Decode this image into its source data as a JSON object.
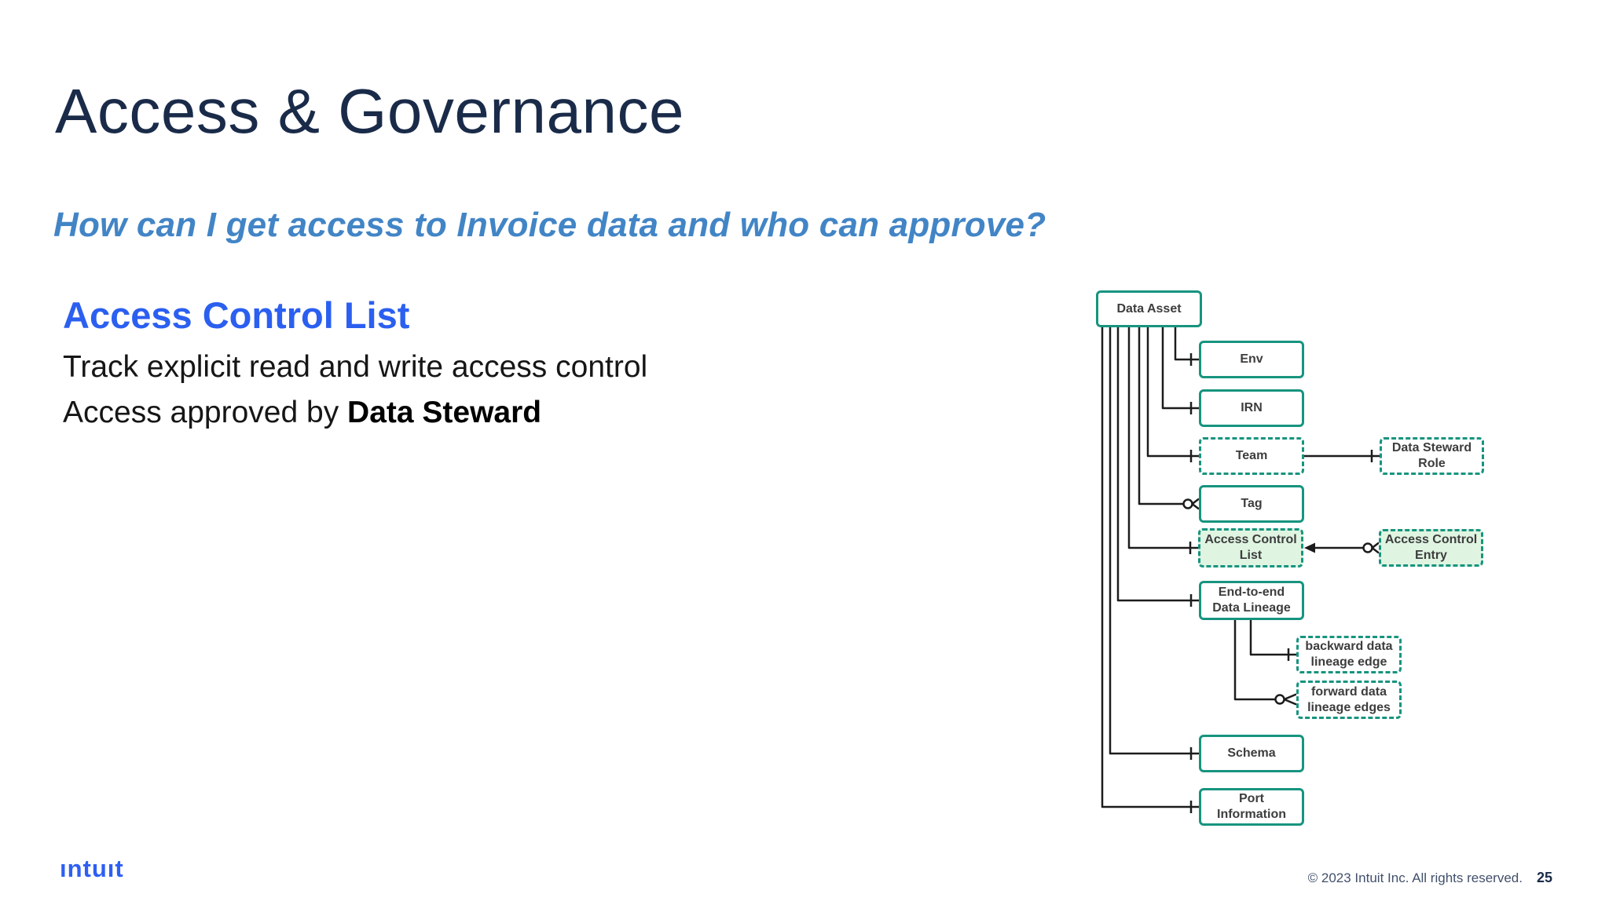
{
  "header": {
    "title": "Access & Governance",
    "question": "How can I get access to Invoice data and who can approve?"
  },
  "content": {
    "heading": "Access Control List",
    "line1": "Track explicit read and write access control",
    "line2_prefix": "Access approved by ",
    "line2_bold": "Data Steward"
  },
  "diagram": {
    "type": "entity-relationship",
    "nodes": [
      {
        "id": "data-asset",
        "label": "Data Asset",
        "style": "solid"
      },
      {
        "id": "env",
        "label": "Env",
        "style": "solid"
      },
      {
        "id": "irn",
        "label": "IRN",
        "style": "solid"
      },
      {
        "id": "team",
        "label": "Team",
        "style": "dashed"
      },
      {
        "id": "data-steward-role",
        "label": "Data Steward\nRole",
        "style": "dashed"
      },
      {
        "id": "tag",
        "label": "Tag",
        "style": "solid"
      },
      {
        "id": "access-control-list",
        "label": "Access Control\nList",
        "style": "dashed-green"
      },
      {
        "id": "access-control-entry",
        "label": "Access Control\nEntry",
        "style": "dashed-green"
      },
      {
        "id": "end-to-end-data-lineage",
        "label": "End-to-end\nData Lineage",
        "style": "solid"
      },
      {
        "id": "backward-data-lineage-edge",
        "label": "backward data\nlineage edge",
        "style": "dashed"
      },
      {
        "id": "forward-data-lineage-edges",
        "label": "forward data\nlineage edges",
        "style": "dashed"
      },
      {
        "id": "schema",
        "label": "Schema",
        "style": "solid"
      },
      {
        "id": "port-information",
        "label": "Port\nInformation",
        "style": "solid"
      }
    ],
    "edges": [
      {
        "from": "data-asset",
        "to": "env",
        "marker": "one"
      },
      {
        "from": "data-asset",
        "to": "irn",
        "marker": "one"
      },
      {
        "from": "data-asset",
        "to": "team",
        "marker": "one"
      },
      {
        "from": "data-asset",
        "to": "tag",
        "marker": "zero-or-many"
      },
      {
        "from": "data-asset",
        "to": "access-control-list",
        "marker": "one"
      },
      {
        "from": "data-asset",
        "to": "end-to-end-data-lineage",
        "marker": "one"
      },
      {
        "from": "data-asset",
        "to": "schema",
        "marker": "one"
      },
      {
        "from": "data-asset",
        "to": "port-information",
        "marker": "one"
      },
      {
        "from": "team",
        "to": "data-steward-role",
        "marker": "one"
      },
      {
        "from": "access-control-list",
        "to": "access-control-entry",
        "marker": "arrow / zero-or-many"
      },
      {
        "from": "end-to-end-data-lineage",
        "to": "backward-data-lineage-edge",
        "marker": "one"
      },
      {
        "from": "end-to-end-data-lineage",
        "to": "forward-data-lineage-edges",
        "marker": "zero-or-many"
      }
    ]
  },
  "footer": {
    "logo": "ıntuıt",
    "copyright": "© 2023 Intuit Inc. All rights reserved.",
    "page_number": "25"
  },
  "colors": {
    "title_navy": "#1a2b49",
    "question_blue": "#4285c6",
    "heading_blue": "#2b5ff0",
    "diagram_teal": "#17947f",
    "diagram_green_fill": "#dff5e2",
    "diagram_text": "#3d3d3d",
    "edge_black": "#1c1c1c",
    "logo_blue": "#2d5ff3",
    "footer_gray": "#42506b"
  }
}
